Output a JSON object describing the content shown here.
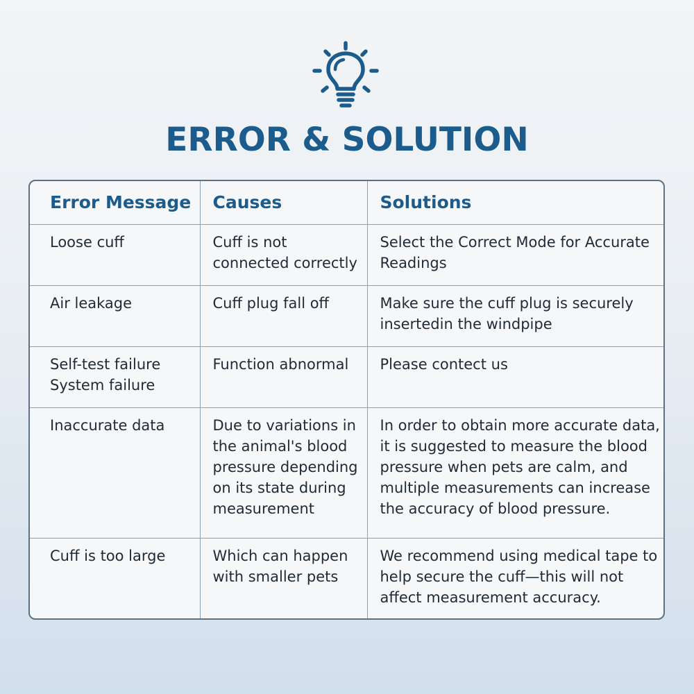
{
  "title": "ERROR & SOLUTION",
  "icon": "lightbulb-icon",
  "accent_color": "#1b5c8c",
  "table": {
    "headers": [
      "Error Message",
      "Causes",
      "Solutions"
    ],
    "rows": [
      {
        "error": "Loose cuff",
        "cause": "Cuff is not connected correctly",
        "solution": "Select the Correct Mode for Accurate Readings"
      },
      {
        "error": "Air leakage",
        "cause": "Cuff plug fall off",
        "solution": "Make sure the cuff plug is securely insertedin the windpipe"
      },
      {
        "error_lines": [
          "Self-test failure",
          "System failure"
        ],
        "cause": "Function abnormal",
        "solution": "Please contect us"
      },
      {
        "error": "Inaccurate data",
        "cause": "Due to variations in the animal's blood pressure depending on its state during measurement",
        "solution": "In order to obtain more accurate data, it is suggested to measure the blood pressure when pets are calm, and multiple measurements can increase the accuracy of blood pressure."
      },
      {
        "error": "Cuff is too large",
        "cause": "Which can happen with smaller pets",
        "solution": "We recommend using medical tape to help secure the cuff—this will not affect measurement accuracy."
      }
    ]
  }
}
